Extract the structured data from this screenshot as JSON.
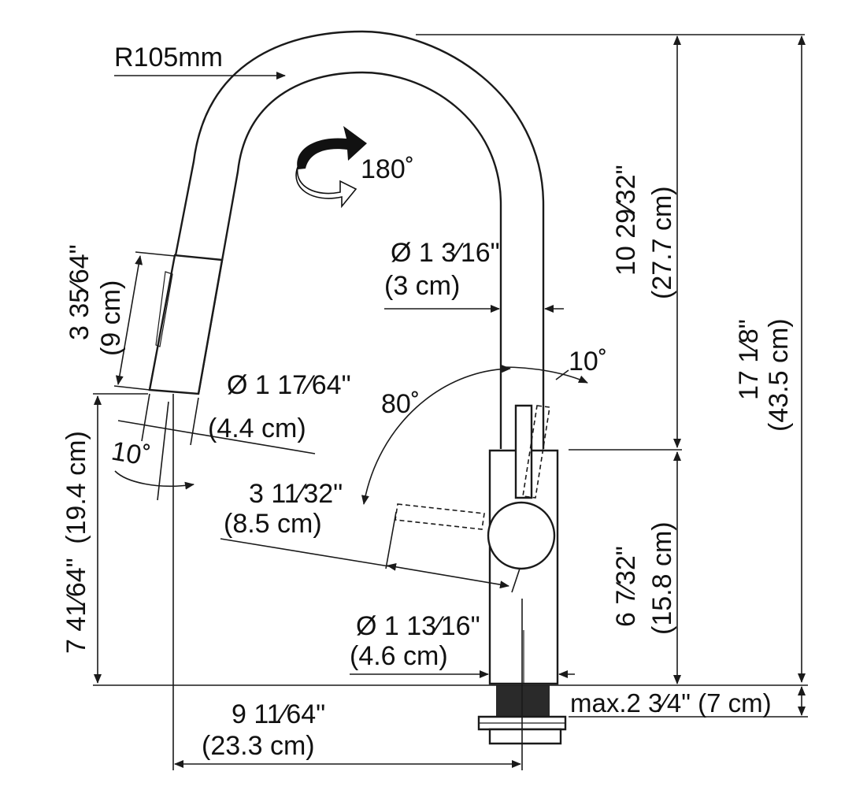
{
  "labels": {
    "radius": "R105mm",
    "swivel_angle": "180˚",
    "spout_height_in": "10 29⁄32\"",
    "spout_height_cm": "(27.7 cm)",
    "total_height_in": "17 1⁄8\"",
    "total_height_cm": "(43.5 cm)",
    "spout_dia_in": "Ø 1 3⁄16\"",
    "spout_dia_cm": "(3 cm)",
    "handle_tilt_angle": "10˚",
    "handle_swing_angle": "80˚",
    "spray_length_in": "3 35⁄64\"",
    "spray_length_cm": "(9 cm)",
    "spray_dia_in": "Ø 1 17⁄64\"",
    "spray_dia_cm": "(4.4 cm)",
    "spray_tilt_angle": "10˚",
    "handle_length_in": "3 11⁄32\"",
    "handle_length_cm": "(8.5 cm)",
    "outlet_height_in": "7 41⁄64\"",
    "outlet_height_cm": "(19.4 cm)",
    "base_height_in": "6 7⁄32\"",
    "base_height_cm": "(15.8 cm)",
    "base_dia_in": "Ø 1 13⁄16\"",
    "base_dia_cm": "(4.6 cm)",
    "deck_thickness": "max.2 3⁄4\" (7 cm)",
    "reach_in": "9 11⁄64\"",
    "reach_cm": "(23.3 cm)"
  },
  "colors": {
    "line": "#1a1a1a",
    "background": "#ffffff",
    "shank": "#2a2a2a"
  }
}
